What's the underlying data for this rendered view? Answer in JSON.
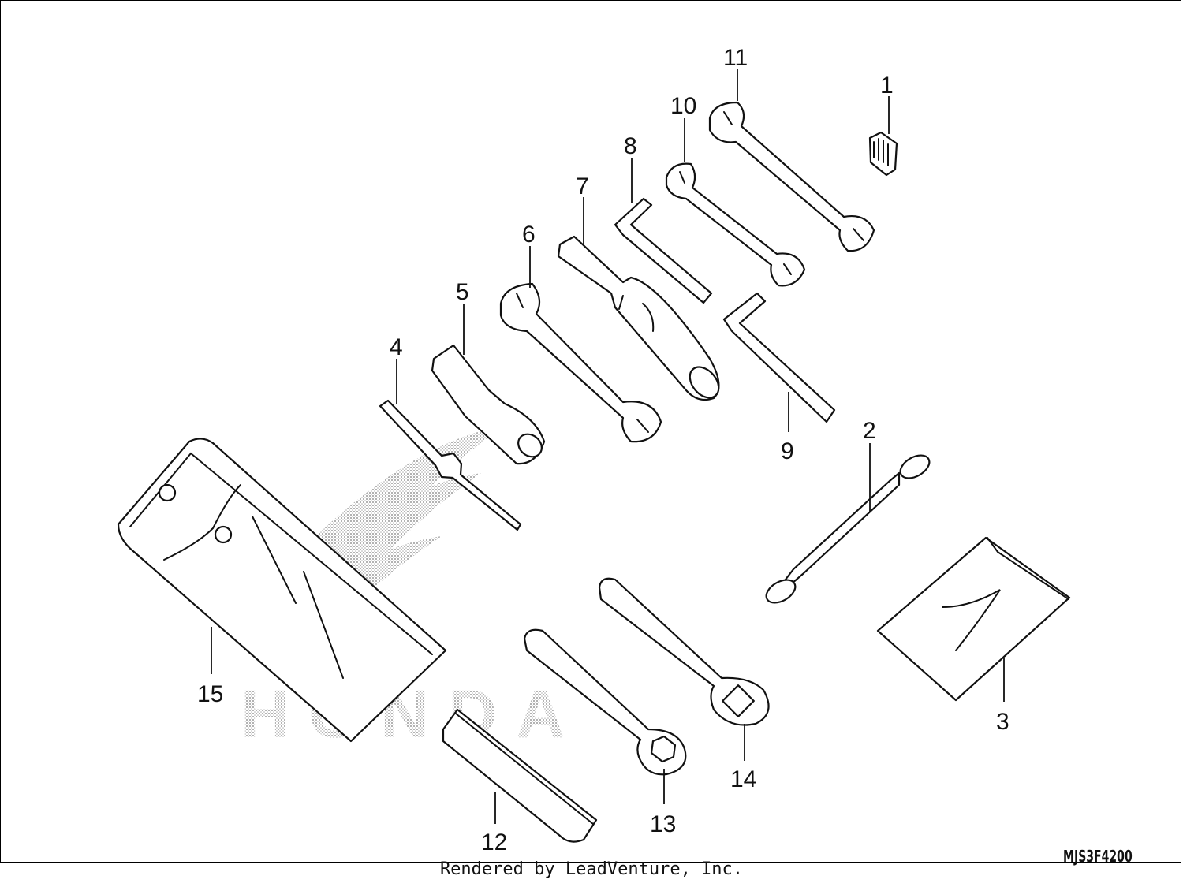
{
  "diagram": {
    "callouts": [
      {
        "id": "1",
        "label": "1"
      },
      {
        "id": "2",
        "label": "2"
      },
      {
        "id": "3",
        "label": "3"
      },
      {
        "id": "4",
        "label": "4"
      },
      {
        "id": "5",
        "label": "5"
      },
      {
        "id": "6",
        "label": "6"
      },
      {
        "id": "7",
        "label": "7"
      },
      {
        "id": "8",
        "label": "8"
      },
      {
        "id": "9",
        "label": "9"
      },
      {
        "id": "10",
        "label": "10"
      },
      {
        "id": "11",
        "label": "11"
      },
      {
        "id": "12",
        "label": "12"
      },
      {
        "id": "13",
        "label": "13"
      },
      {
        "id": "14",
        "label": "14"
      },
      {
        "id": "15",
        "label": "15"
      }
    ],
    "watermark": "HONDA",
    "diagram_code": "MJS3F4200",
    "credit": "Rendered by LeadVenture, Inc.",
    "colors": {
      "line": "#111111",
      "background": "#ffffff",
      "watermark": "#b5b5b5"
    }
  }
}
